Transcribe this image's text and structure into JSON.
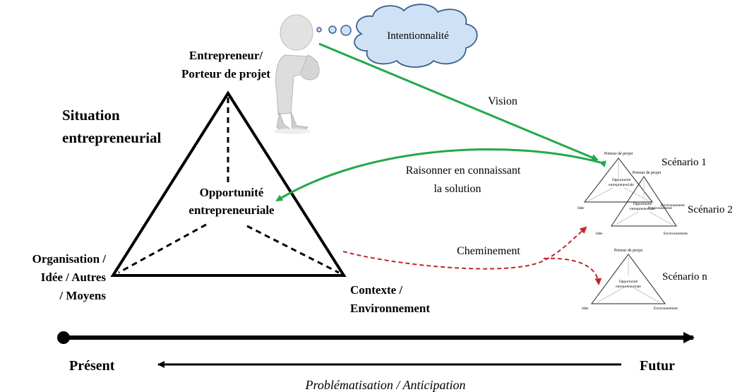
{
  "thought_bubble": {
    "label": "Intentionnalité"
  },
  "main_triangle": {
    "title_line1": "Situation",
    "title_line2": "entrepreneurial",
    "top_label_line1": "Entrepreneur/",
    "top_label_line2": "Porteur de projet",
    "center_label_line1": "Opportunité",
    "center_label_line2": "entrepreneuriale",
    "left_label_line1": "Organisation /",
    "left_label_line2": "Idée / Autres",
    "left_label_line3": "/ Moyens",
    "right_label_line1": "Contexte /",
    "right_label_line2": "Environnement"
  },
  "arrows": {
    "vision": "Vision",
    "reasoning_line1": "Raisonner en connaissant",
    "reasoning_line2": "la solution",
    "path": "Cheminement"
  },
  "scenarios": [
    {
      "name": "Scénario 1",
      "top": "Porteur de projet",
      "center_line1": "Opportunité",
      "center_line2": "entrepreneuriale",
      "left": "Idée",
      "right": "Environnement"
    },
    {
      "name": "Scénario 2",
      "top": "Porteur de projet",
      "center_line1": "Opportunité",
      "center_line2": "entrepreneuriale",
      "left": "Idée",
      "right": "Environnement"
    },
    {
      "name": "Scénario n",
      "top": "Porteur de projet",
      "center_line1": "Opportunité",
      "center_line2": "entrepreneuriale",
      "left": "Idée",
      "right": "Environnement"
    }
  ],
  "timeline": {
    "present": "Présent",
    "future": "Futur",
    "caption": "Problématisation / Anticipation"
  },
  "colors": {
    "green": "#22a84a",
    "red": "#c0262c",
    "cloud_fill": "#cfe2f5",
    "cloud_stroke": "#3b5f8f"
  }
}
